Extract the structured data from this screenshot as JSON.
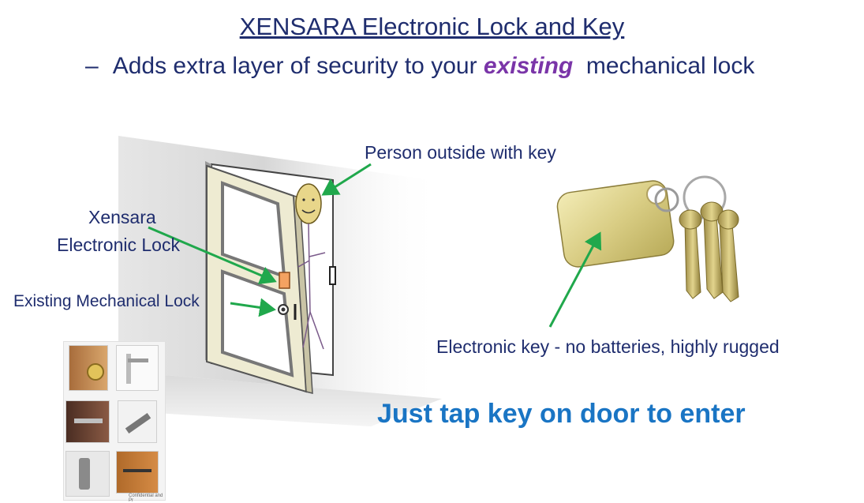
{
  "slide": {
    "title": "XENSARA Electronic Lock and Key",
    "subtitle": {
      "dash": "–",
      "before": "Adds extra layer of security to your ",
      "emphasis": "existing",
      "after": "  mechanical lock"
    },
    "labels": {
      "person_outside": "Person outside with key",
      "xensara_lock_line1": "Xensara",
      "xensara_lock_line2": "Electronic Lock",
      "existing_lock": "Existing Mechanical Lock",
      "electronic_key": "Electronic key - no batteries, highly rugged"
    },
    "call_to_action": "Just tap key on door to enter",
    "thumbnail_footnote": "Confidential and Pr",
    "colors": {
      "title": "#1f2d6e",
      "emphasis": "#7a35a8",
      "cta": "#1a75c4",
      "arrow": "#20a84c",
      "door": "#eeebd2",
      "electronic_lock": "#f4a261"
    }
  }
}
